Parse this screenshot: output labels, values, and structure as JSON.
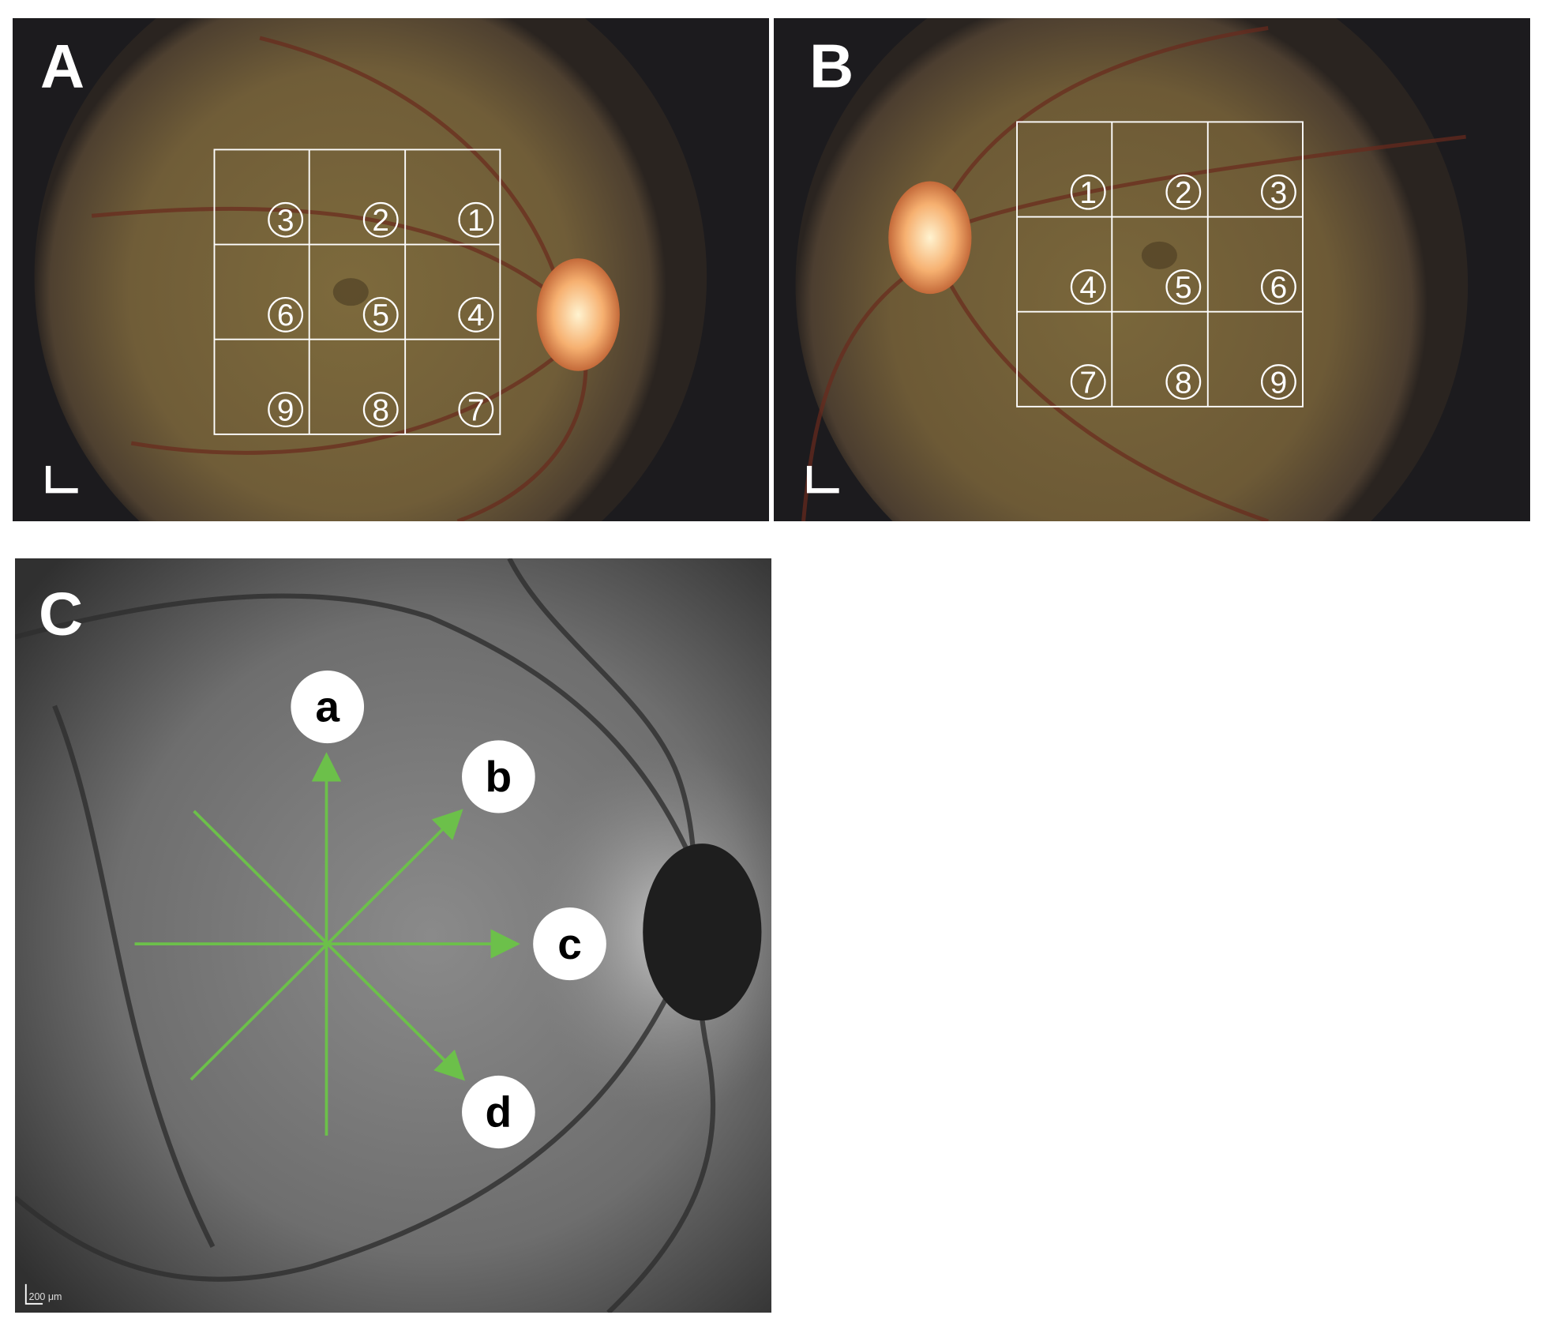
{
  "panels": {
    "a": {
      "label": "A",
      "grid_numbers": [
        "3",
        "2",
        "1",
        "6",
        "5",
        "4",
        "9",
        "8",
        "7"
      ]
    },
    "b": {
      "label": "B",
      "grid_numbers": [
        "1",
        "2",
        "3",
        "4",
        "5",
        "6",
        "7",
        "8",
        "9"
      ]
    },
    "c": {
      "label": "C",
      "direction_labels": [
        "a",
        "b",
        "c",
        "d"
      ],
      "scale_bar": "200 μm"
    }
  },
  "colors": {
    "arrow": "#6cc04a",
    "grid": "#ffffff"
  }
}
